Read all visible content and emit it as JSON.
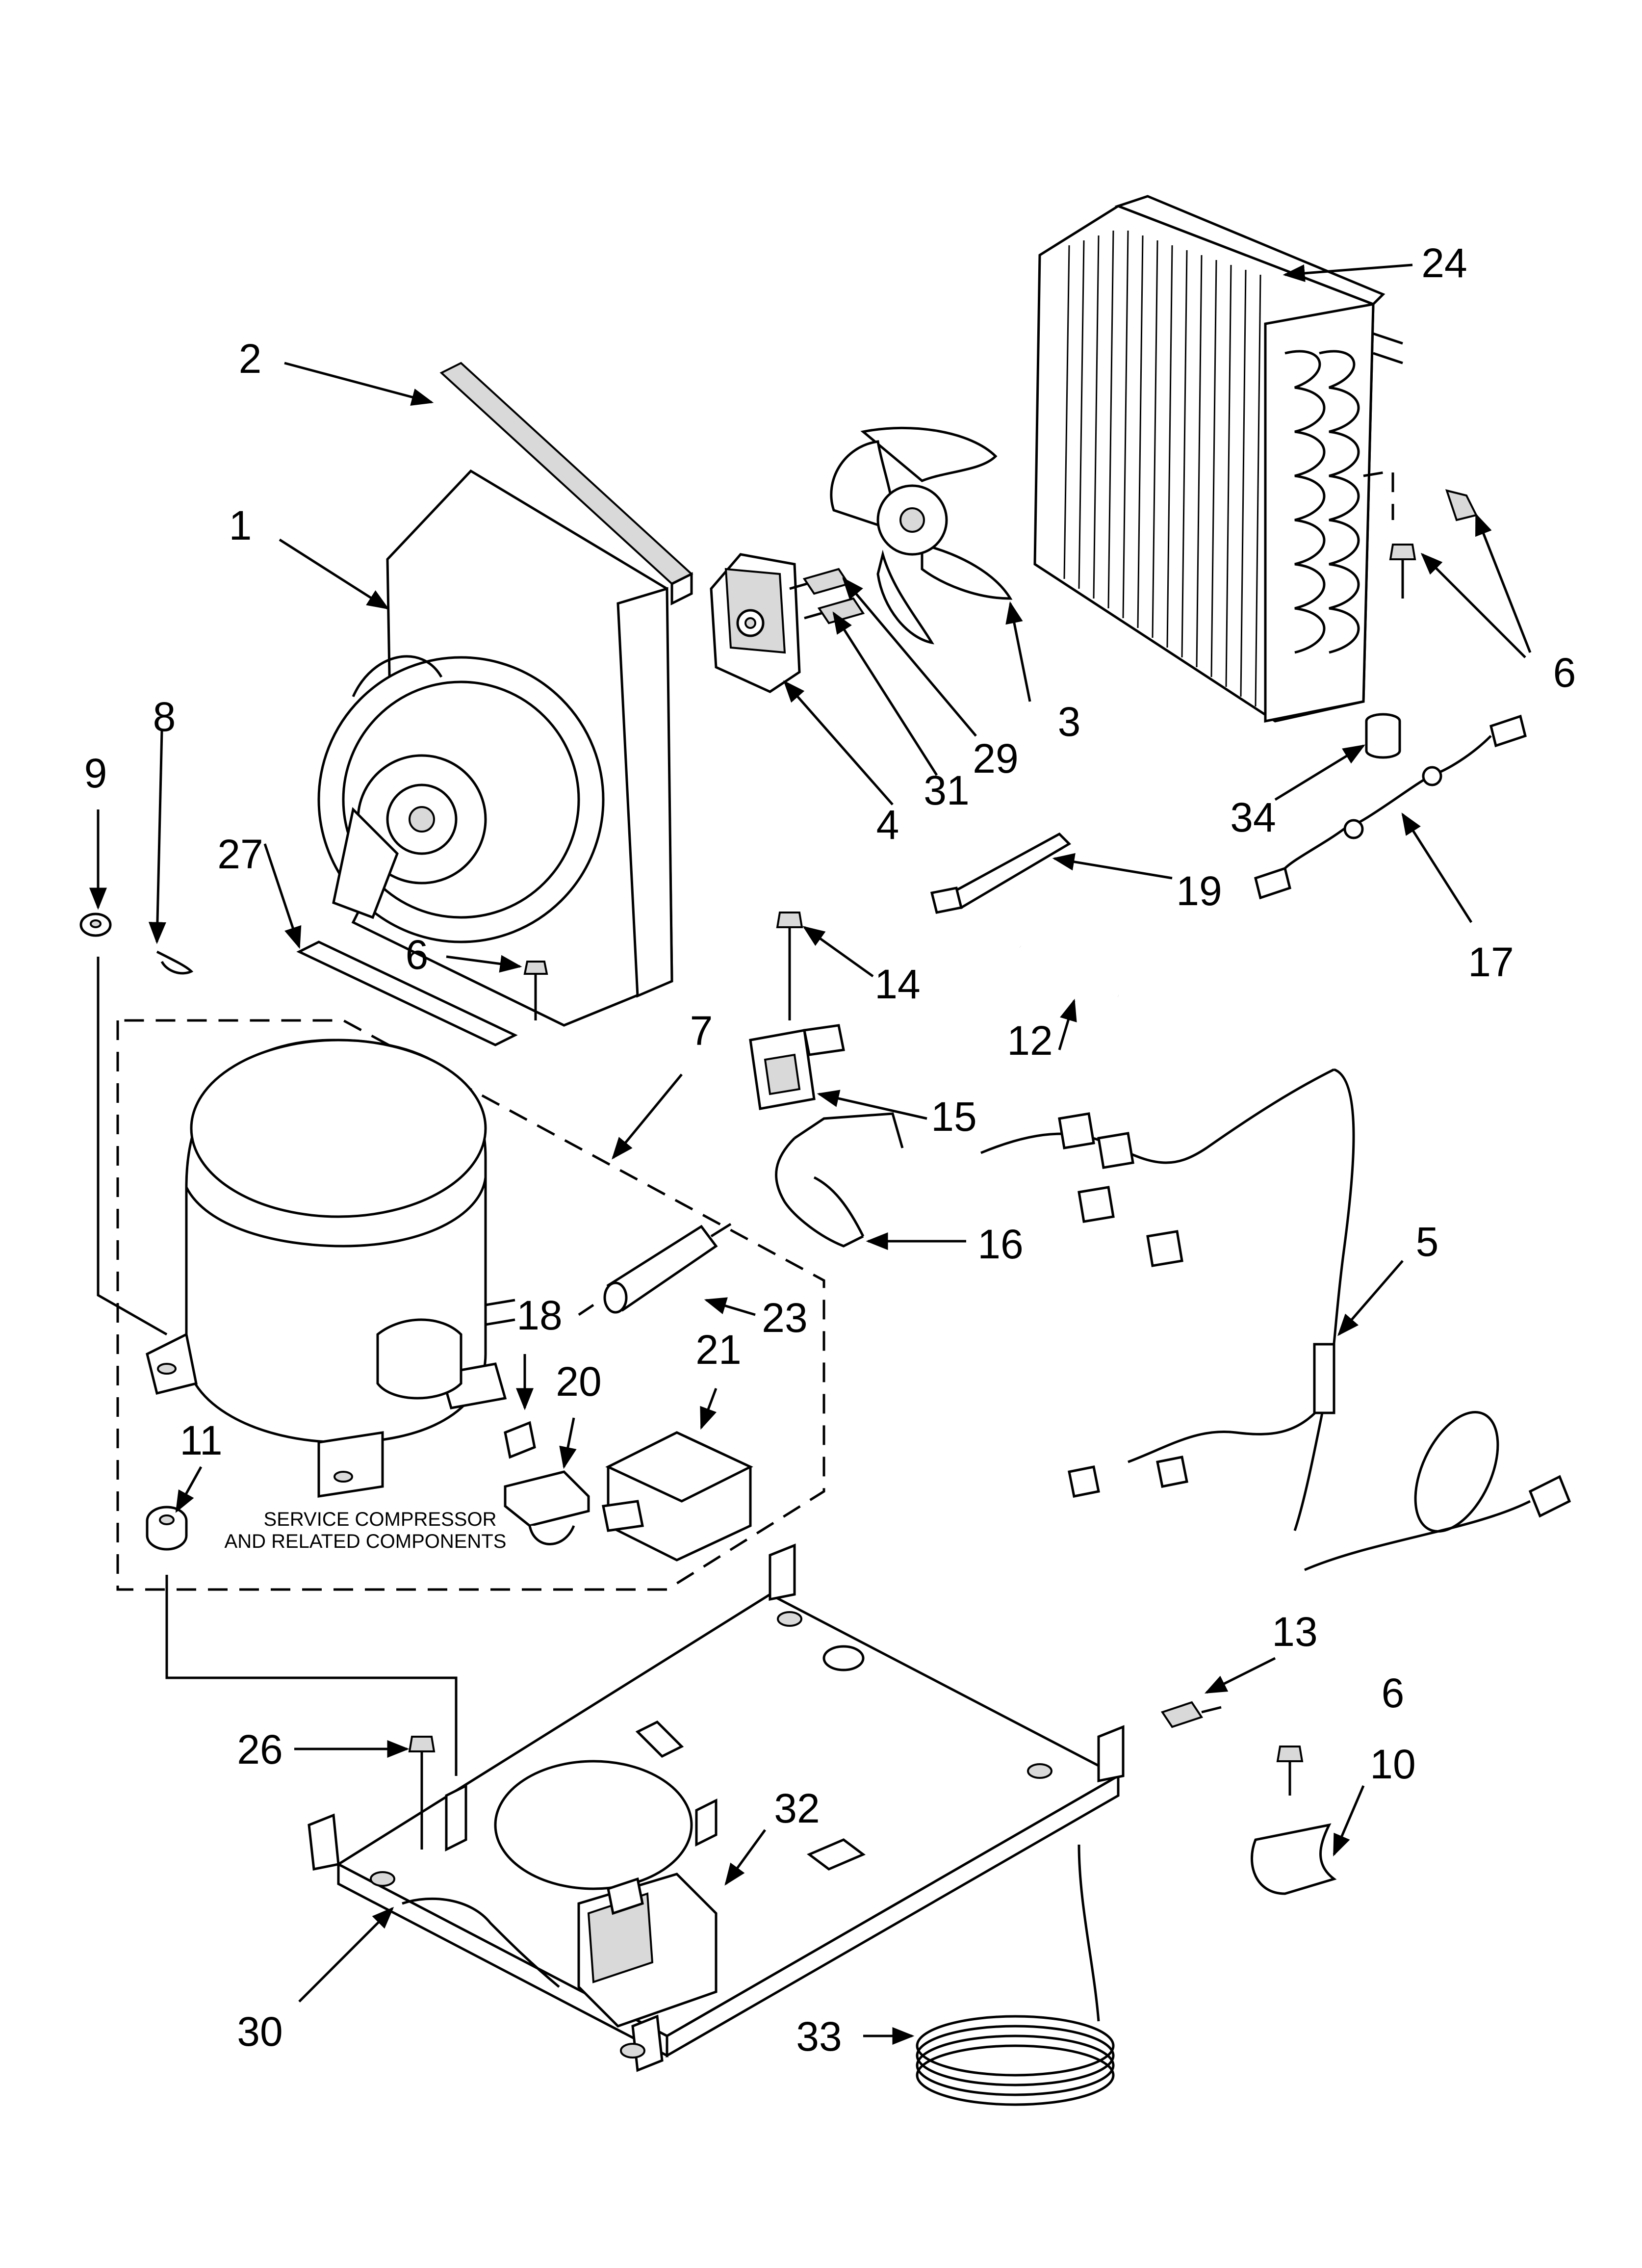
{
  "diagram": {
    "callouts": [
      {
        "id": "c1",
        "label": "1"
      },
      {
        "id": "c2",
        "label": "2"
      },
      {
        "id": "c3",
        "label": "3"
      },
      {
        "id": "c4",
        "label": "4"
      },
      {
        "id": "c5",
        "label": "5"
      },
      {
        "id": "c6a",
        "label": "6"
      },
      {
        "id": "c6b",
        "label": "6"
      },
      {
        "id": "c6c",
        "label": "6"
      },
      {
        "id": "c7",
        "label": "7"
      },
      {
        "id": "c8",
        "label": "8"
      },
      {
        "id": "c9",
        "label": "9"
      },
      {
        "id": "c10",
        "label": "10"
      },
      {
        "id": "c11",
        "label": "11"
      },
      {
        "id": "c12",
        "label": "12"
      },
      {
        "id": "c13",
        "label": "13"
      },
      {
        "id": "c14",
        "label": "14"
      },
      {
        "id": "c15",
        "label": "15"
      },
      {
        "id": "c16",
        "label": "16"
      },
      {
        "id": "c17",
        "label": "17"
      },
      {
        "id": "c18",
        "label": "18"
      },
      {
        "id": "c19",
        "label": "19"
      },
      {
        "id": "c20",
        "label": "20"
      },
      {
        "id": "c21",
        "label": "21"
      },
      {
        "id": "c23",
        "label": "23"
      },
      {
        "id": "c24",
        "label": "24"
      },
      {
        "id": "c26",
        "label": "26"
      },
      {
        "id": "c27",
        "label": "27"
      },
      {
        "id": "c29",
        "label": "29"
      },
      {
        "id": "c30",
        "label": "30"
      },
      {
        "id": "c31",
        "label": "31"
      },
      {
        "id": "c32",
        "label": "32"
      },
      {
        "id": "c33",
        "label": "33"
      },
      {
        "id": "c34",
        "label": "34"
      }
    ],
    "service_note_line1": "SERVICE COMPRESSOR",
    "service_note_line2": "AND RELATED COMPONENTS"
  }
}
